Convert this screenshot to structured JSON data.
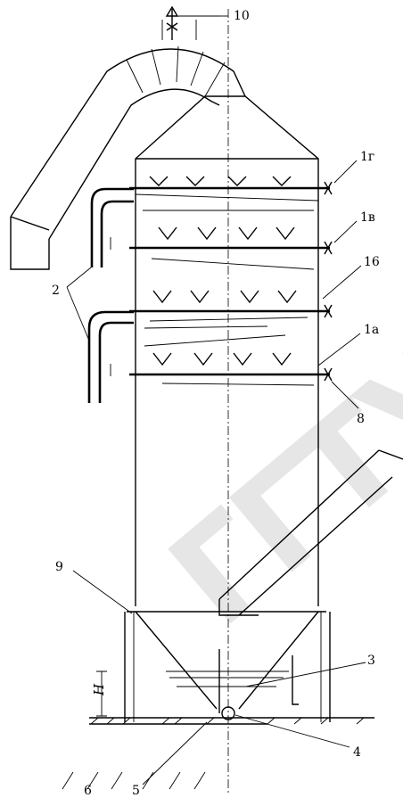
{
  "labels": {
    "l10": "10",
    "l1g": "1г",
    "l1v": "1в",
    "l16": "16",
    "l2": "2",
    "l1a": "1а",
    "l8": "8",
    "l9": "9",
    "l3": "3",
    "lH": "Н",
    "l4": "4",
    "l5": "5",
    "l6": "6"
  },
  "watermark": "ГГТУ"
}
